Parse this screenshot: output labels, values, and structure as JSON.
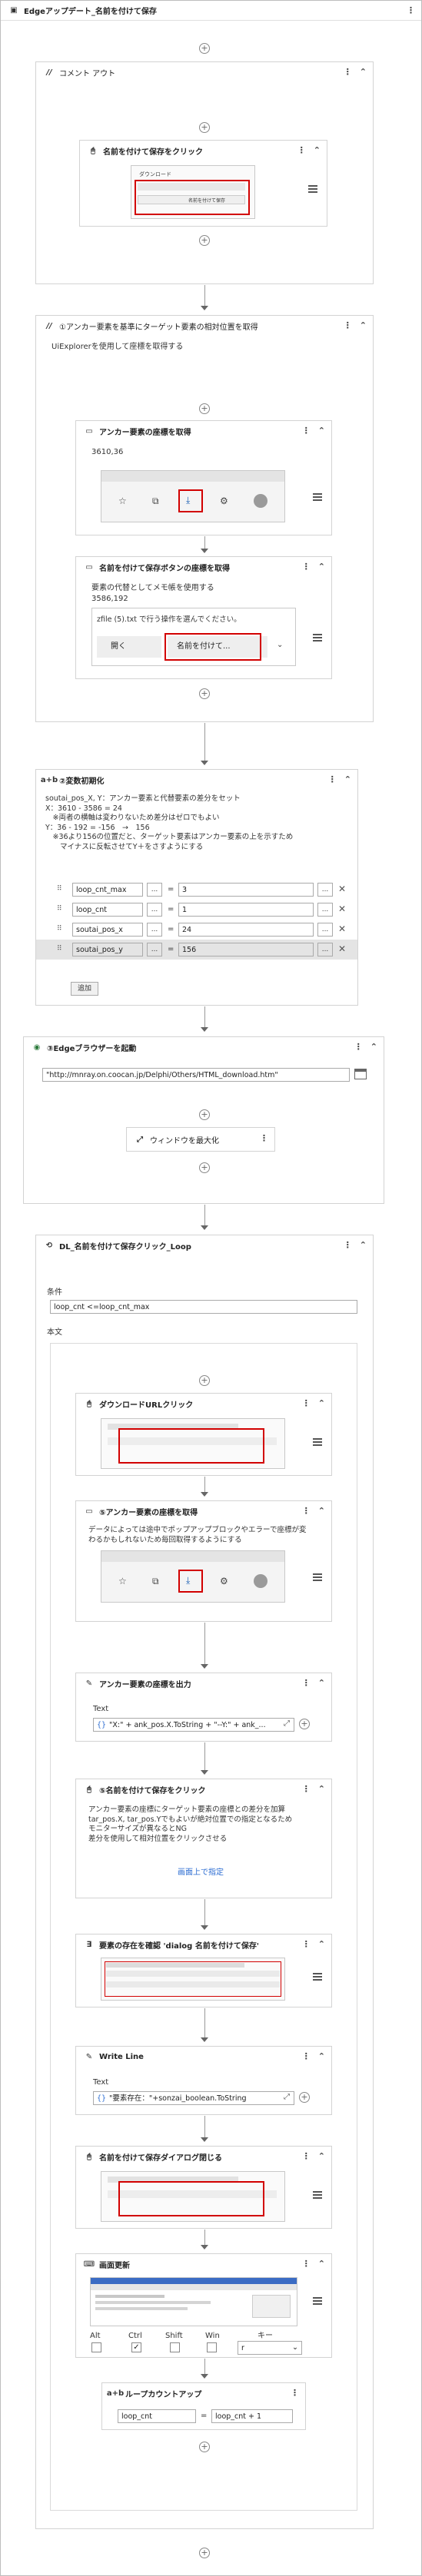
{
  "root": {
    "title": "Edgeアップデート_名前を付けて保存"
  },
  "comment_out": {
    "title": "コメント アウト",
    "inner": {
      "title": "名前を付けて保存をクリック"
    },
    "dialog_texts": [
      "ダウンロード",
      "名前を付けて保存"
    ]
  },
  "seq1": {
    "title": "①アンカー要素を基準にターゲット要素の相対位置を取得",
    "desc": "UiExplorerを使用して座標を取得する",
    "anchor": {
      "title": "アンカー要素の座標を取得",
      "coord": "3610,36"
    },
    "target": {
      "title": "名前を付けて保存ボタンの座標を取得",
      "desc1": "要素の代替としてメモ帳を使用する",
      "desc2": "3586,192",
      "popup_text": "zfile (5).txt で行う操作を選んでください。",
      "open_label": "開く",
      "saveas_label": "名前を付けて..."
    }
  },
  "vars": {
    "title": "②変数初期化",
    "desc": "soutai_pos_X, Y：アンカー要素と代替要素の差分をセット\nX：3610 - 3586 = 24\n　※両者の横軸は変わりないため差分はゼロでもよい\nY：36 - 192 = -156　→　156\n　※36より156の位置だと、ターゲット要素はアンカー要素の上を示すため\n　　マイナスに反転させてY＋をさすようにする",
    "rows": [
      {
        "name": "loop_cnt_max",
        "value": "3"
      },
      {
        "name": "loop_cnt",
        "value": "1"
      },
      {
        "name": "soutai_pos_x",
        "value": "24"
      },
      {
        "name": "soutai_pos_y",
        "value": "156"
      }
    ],
    "add_label": "追加",
    "eq": "="
  },
  "browser": {
    "title": "③Edgeブラウザーを起動",
    "url": "\"http://mnray.on.coocan.jp/Delphi/Others/HTML_download.htm\"",
    "maximize": {
      "title": "ウィンドウを最大化"
    }
  },
  "loop": {
    "title": "DL_名前を付けて保存クリック_Loop",
    "cond_label": "条件",
    "cond_value": "loop_cnt <=loop_cnt_max",
    "body_label": "本文",
    "download_click": {
      "title": "ダウンロードURLクリック"
    },
    "anchor2": {
      "title": "⑤アンカー要素の座標を取得",
      "desc": "データによっては途中でポップアップブロックやエラーで座標が変\nわるかもしれないため毎回取得するようにする"
    },
    "output": {
      "title": "アンカー要素の座標を出力",
      "text_label": "Text",
      "expr": "\"X:\" + ank_pos.X.ToString + \"--Y:\" + ank_..."
    },
    "saveas_click": {
      "title": "⑤名前を付けて保存をクリック",
      "desc": "アンカー要素の座標にターゲット要素の座標との差分を加算\ntar_pos.X, tar_pos.Yでもよいが絶対位置での指定となるため\nモニターサイズが異なるとNG\n差分を使用して相対位置をクリックさせる",
      "link": "画面上で指定"
    },
    "exists": {
      "title": "要素の存在を確認 'dialog 名前を付けて保存'"
    },
    "writeline": {
      "title": "Write Line",
      "text_label": "Text",
      "expr": "\"要素存在：\"+sonzai_boolean.ToString"
    },
    "close_dialog": {
      "title": "名前を付けて保存ダイアログ閉じる"
    },
    "refresh": {
      "title": "画面更新",
      "mods": [
        "Alt",
        "Ctrl",
        "Shift",
        "Win"
      ],
      "key_label": "キー",
      "key_value": "r"
    },
    "countup": {
      "title": "ループカウントアップ",
      "left": "loop_cnt",
      "right": "loop_cnt + 1",
      "eq": "="
    }
  },
  "icons": {
    "kebab": "kebab-icon",
    "collapse": "collapse-icon",
    "plus": "add-icon"
  }
}
